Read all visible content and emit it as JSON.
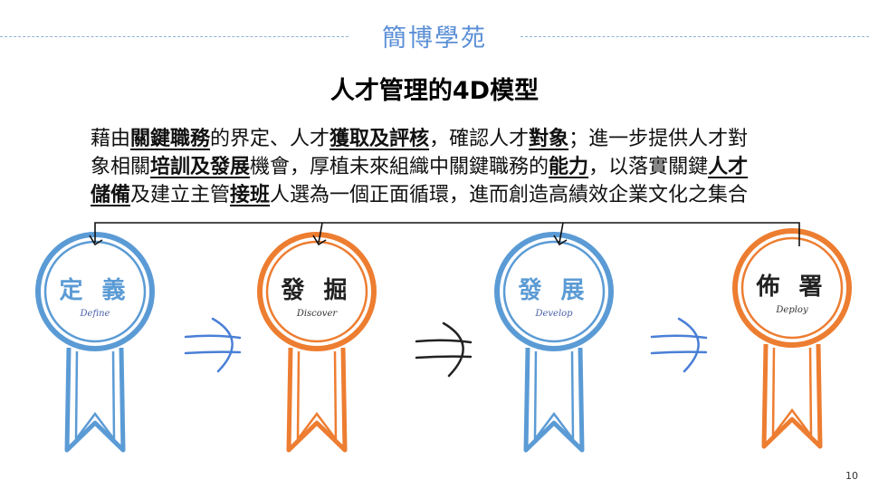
{
  "header": {
    "brand": "簡博學苑"
  },
  "title": "人才管理的4D模型",
  "paragraph": [
    [
      {
        "t": "藉由"
      },
      {
        "t": "關鍵職務",
        "b": true
      },
      {
        "t": "的界定、人才"
      },
      {
        "t": "獲取及評核",
        "b": true
      },
      {
        "t": "，確認人才"
      },
      {
        "t": "對象",
        "b": true
      },
      {
        "t": "；進一步提供人才對"
      }
    ],
    [
      {
        "t": "象相關"
      },
      {
        "t": "培訓及發展",
        "b": true
      },
      {
        "t": "機會，厚植未來組織中關鍵職務的"
      },
      {
        "t": "能力",
        "b": true
      },
      {
        "t": "，以落實關鍵"
      },
      {
        "t": "人才",
        "b": true
      }
    ],
    [
      {
        "t": "儲備",
        "b": true
      },
      {
        "t": "及建立主管"
      },
      {
        "t": "接班",
        "b": true
      },
      {
        "t": "人選為一個正面循環，進而創造高績效企業文化之集合"
      }
    ]
  ],
  "medals": [
    {
      "zh": "定 義",
      "en": "Define",
      "color": "#5b9bd5",
      "text_color": "#5b9bd5",
      "en_color": "#4a5fa8"
    },
    {
      "zh": "發 掘",
      "en": "Discover",
      "color": "#ed7d31",
      "text_color": "#222",
      "en_color": "#333"
    },
    {
      "zh": "發 展",
      "en": "Develop",
      "color": "#5b9bd5",
      "text_color": "#5b9bd5",
      "en_color": "#4a5fa8"
    },
    {
      "zh": "佈 署",
      "en": "Deploy",
      "color": "#ed7d31",
      "text_color": "#222",
      "en_color": "#333"
    }
  ],
  "arrow_colors": [
    "#4a7fd6",
    "#222",
    "#4a7fd6"
  ],
  "page_number": "10"
}
